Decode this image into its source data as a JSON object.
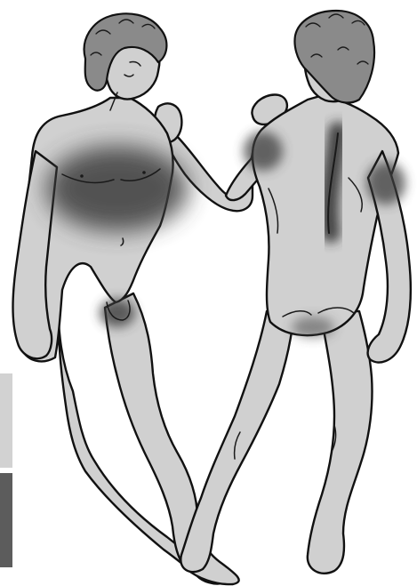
{
  "colors": {
    "background": "#ffffff",
    "skin": "#d0d0d0",
    "outline": "#111111",
    "shading": "#3c3c3c",
    "hair": "#8a8a8a",
    "tab_light": "#d2d2d2",
    "tab_dark": "#5c5c5c"
  },
  "figures": [
    {
      "name": "front-view-figure",
      "view": "front",
      "shaded_areas": [
        "hair",
        "chest",
        "genitals"
      ]
    },
    {
      "name": "back-view-figure",
      "view": "back",
      "shaded_areas": [
        "hair",
        "spine",
        "left-shoulder",
        "right-shoulder",
        "lower-back"
      ]
    }
  ]
}
